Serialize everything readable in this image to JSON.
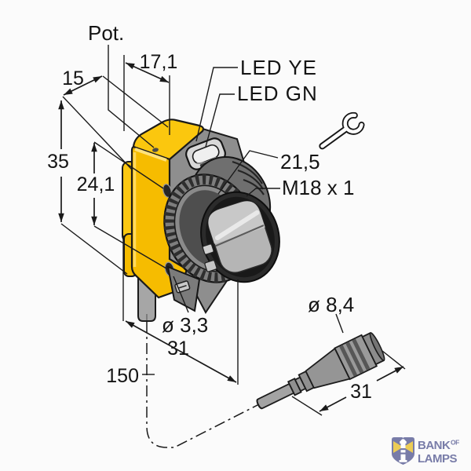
{
  "diagram": {
    "labels": {
      "pot": "Pot.",
      "top_width": "17,1",
      "depth": "15",
      "height": "35",
      "hole_spacing": "24,1",
      "led_yellow": "LED YE",
      "led_green": "LED GN",
      "wrench_size": "21,5",
      "thread_spec": "M18 x 1",
      "mount_hole_dia": "ø 3,3",
      "body_depth": "31",
      "cable_length": "150",
      "connector_dia": "ø 8,4",
      "connector_length": "31"
    },
    "icons": {
      "wrench": "open-end-wrench",
      "lighthouse": "lighthouse"
    },
    "colors": {
      "body_yellow": "#f6bc00",
      "body_yellow_light": "#fcc812",
      "housing_gray": "#8e8e8e",
      "lens_gray": "#b5b5b5",
      "line_dark": "#1a1a1a"
    }
  },
  "watermark": {
    "brand_word1": "BANK",
    "brand_word2": "OF",
    "brand_word3": "LAMPS",
    "color_blue": "#7276a4",
    "color_yellow": "#ecca4e"
  }
}
